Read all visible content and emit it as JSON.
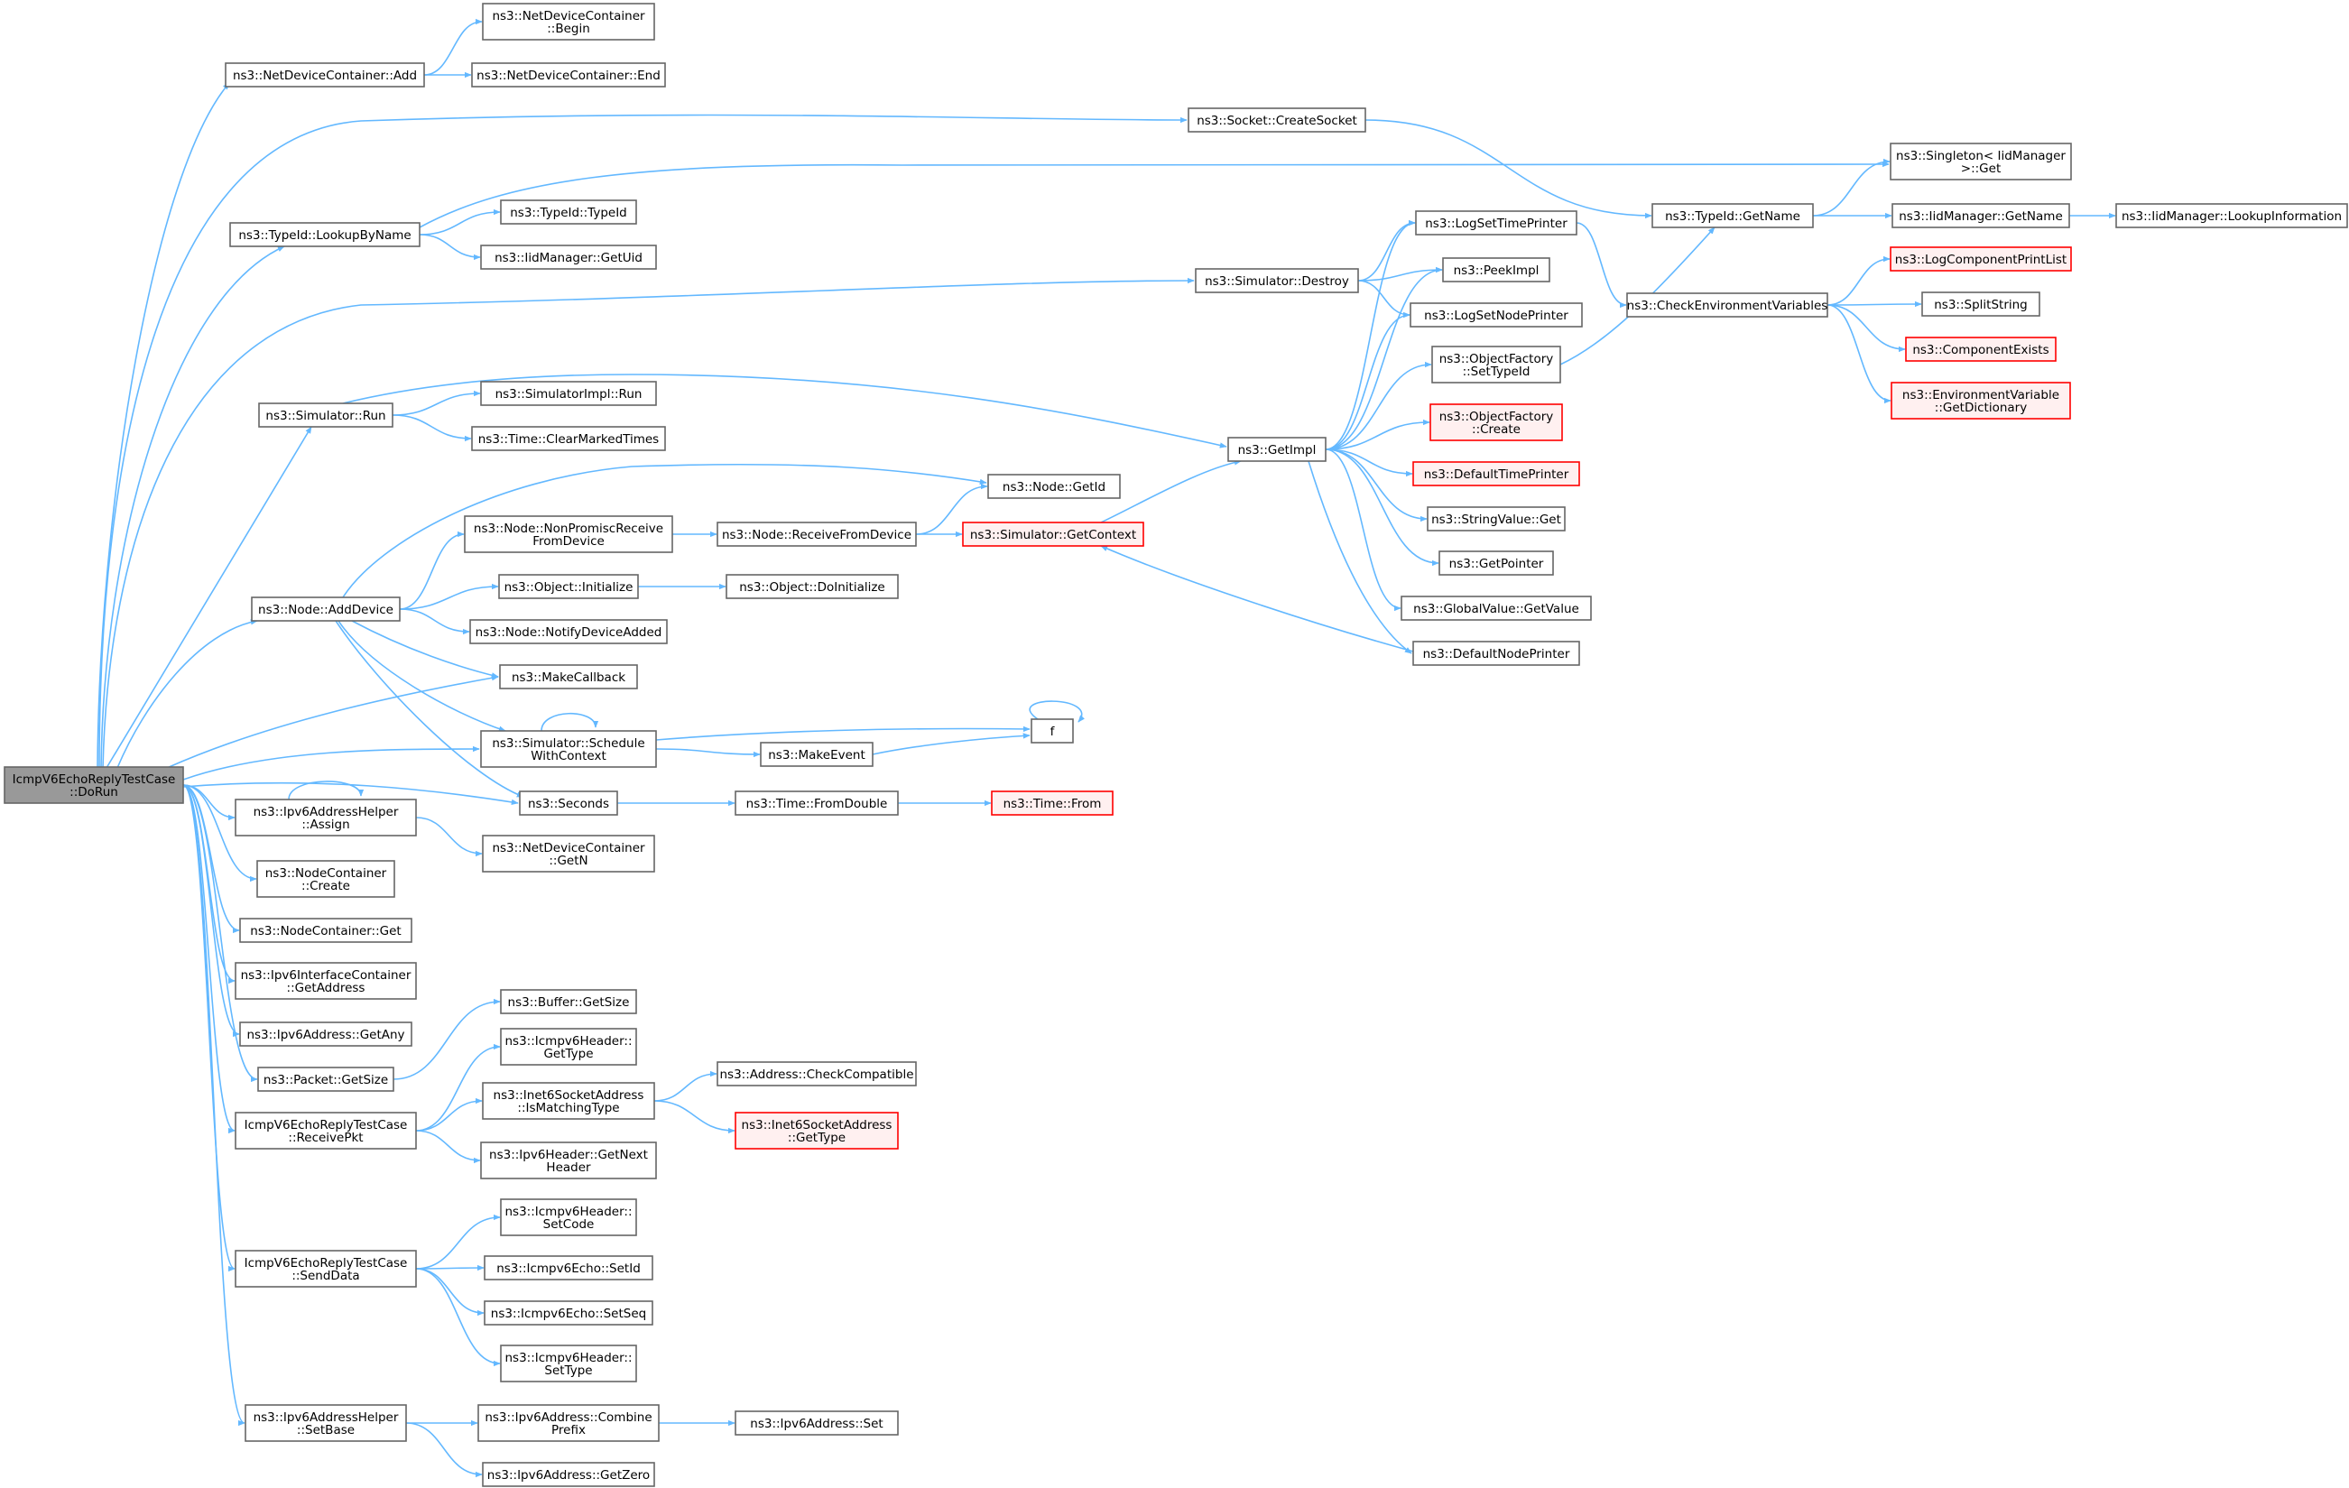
{
  "colors": {
    "edge": "#63b8ff",
    "node_border": "#666666",
    "node_fill": "#ffffff",
    "root_fill": "#999999",
    "truncated_border": "#ff0000",
    "truncated_fill": "#fff0f0"
  },
  "nodes": [
    {
      "id": "n0",
      "lines": [
        "IcmpV6EchoReplyTestCase",
        "::DoRun"
      ],
      "style": "root"
    },
    {
      "id": "n1",
      "lines": [
        "ns3::NetDeviceContainer::Add"
      ]
    },
    {
      "id": "n2",
      "lines": [
        "ns3::NetDeviceContainer",
        "::Begin"
      ]
    },
    {
      "id": "n3",
      "lines": [
        "ns3::NetDeviceContainer::End"
      ]
    },
    {
      "id": "n4",
      "lines": [
        "ns3::Socket::CreateSocket"
      ]
    },
    {
      "id": "n5",
      "lines": [
        "ns3::TypeId::LookupByName"
      ]
    },
    {
      "id": "n6",
      "lines": [
        "ns3::Singleton< IidManager",
        ">::Get"
      ]
    },
    {
      "id": "n7",
      "lines": [
        "ns3::TypeId::TypeId"
      ]
    },
    {
      "id": "n8",
      "lines": [
        "ns3::IidManager::GetUid"
      ]
    },
    {
      "id": "n9",
      "lines": [
        "ns3::TypeId::GetName"
      ]
    },
    {
      "id": "n10",
      "lines": [
        "ns3::IidManager::GetName"
      ]
    },
    {
      "id": "n11",
      "lines": [
        "ns3::IidManager::LookupInformation"
      ]
    },
    {
      "id": "n12",
      "lines": [
        "ns3::Simulator::Destroy"
      ]
    },
    {
      "id": "n13",
      "lines": [
        "ns3::LogSetTimePrinter"
      ]
    },
    {
      "id": "n14",
      "lines": [
        "ns3::PeekImpl"
      ]
    },
    {
      "id": "n15",
      "lines": [
        "ns3::LogSetNodePrinter"
      ]
    },
    {
      "id": "n16",
      "lines": [
        "ns3::CheckEnvironmentVariables"
      ]
    },
    {
      "id": "n17",
      "lines": [
        "ns3::LogComponentPrintList"
      ],
      "style": "truncated"
    },
    {
      "id": "n18",
      "lines": [
        "ns3::SplitString"
      ]
    },
    {
      "id": "n19",
      "lines": [
        "ns3::ComponentExists"
      ],
      "style": "truncated"
    },
    {
      "id": "n20",
      "lines": [
        "ns3::EnvironmentVariable",
        "::GetDictionary"
      ],
      "style": "truncated"
    },
    {
      "id": "n21",
      "lines": [
        "ns3::ObjectFactory",
        "::SetTypeId"
      ]
    },
    {
      "id": "n22",
      "lines": [
        "ns3::ObjectFactory",
        "::Create"
      ],
      "style": "truncated"
    },
    {
      "id": "n23",
      "lines": [
        "ns3::DefaultTimePrinter"
      ],
      "style": "truncated"
    },
    {
      "id": "n24",
      "lines": [
        "ns3::StringValue::Get"
      ]
    },
    {
      "id": "n25",
      "lines": [
        "ns3::GetPointer"
      ]
    },
    {
      "id": "n26",
      "lines": [
        "ns3::GlobalValue::GetValue"
      ]
    },
    {
      "id": "n27",
      "lines": [
        "ns3::DefaultNodePrinter"
      ]
    },
    {
      "id": "n28",
      "lines": [
        "ns3::Simulator::Run"
      ]
    },
    {
      "id": "n29",
      "lines": [
        "ns3::SimulatorImpl::Run"
      ]
    },
    {
      "id": "n30",
      "lines": [
        "ns3::Time::ClearMarkedTimes"
      ]
    },
    {
      "id": "n31",
      "lines": [
        "ns3::GetImpl"
      ]
    },
    {
      "id": "n32",
      "lines": [
        "ns3::Node::GetId"
      ]
    },
    {
      "id": "n33",
      "lines": [
        "ns3::Node::NonPromiscReceive",
        "FromDevice"
      ]
    },
    {
      "id": "n34",
      "lines": [
        "ns3::Node::ReceiveFromDevice"
      ]
    },
    {
      "id": "n35",
      "lines": [
        "ns3::Simulator::GetContext"
      ],
      "style": "truncated"
    },
    {
      "id": "n36",
      "lines": [
        "ns3::Node::AddDevice"
      ]
    },
    {
      "id": "n37",
      "lines": [
        "ns3::Object::Initialize"
      ]
    },
    {
      "id": "n38",
      "lines": [
        "ns3::Object::DoInitialize"
      ]
    },
    {
      "id": "n39",
      "lines": [
        "ns3::Node::NotifyDeviceAdded"
      ]
    },
    {
      "id": "n40",
      "lines": [
        "ns3::MakeCallback"
      ]
    },
    {
      "id": "n41",
      "lines": [
        "ns3::Simulator::Schedule",
        "WithContext"
      ]
    },
    {
      "id": "n42",
      "lines": [
        "f"
      ]
    },
    {
      "id": "n43",
      "lines": [
        "ns3::MakeEvent"
      ]
    },
    {
      "id": "n44",
      "lines": [
        "ns3::Seconds"
      ]
    },
    {
      "id": "n45",
      "lines": [
        "ns3::Time::FromDouble"
      ]
    },
    {
      "id": "n46",
      "lines": [
        "ns3::Time::From"
      ],
      "style": "truncated"
    },
    {
      "id": "n47",
      "lines": [
        "ns3::Ipv6AddressHelper",
        "::Assign"
      ]
    },
    {
      "id": "n48",
      "lines": [
        "ns3::NetDeviceContainer",
        "::GetN"
      ]
    },
    {
      "id": "n49",
      "lines": [
        "ns3::NodeContainer",
        "::Create"
      ]
    },
    {
      "id": "n50",
      "lines": [
        "ns3::NodeContainer::Get"
      ]
    },
    {
      "id": "n51",
      "lines": [
        "ns3::Ipv6InterfaceContainer",
        "::GetAddress"
      ]
    },
    {
      "id": "n52",
      "lines": [
        "ns3::Ipv6Address::GetAny"
      ]
    },
    {
      "id": "n53",
      "lines": [
        "ns3::Packet::GetSize"
      ]
    },
    {
      "id": "n54",
      "lines": [
        "ns3::Buffer::GetSize"
      ]
    },
    {
      "id": "n55",
      "lines": [
        "IcmpV6EchoReplyTestCase",
        "::ReceivePkt"
      ]
    },
    {
      "id": "n56",
      "lines": [
        "ns3::Icmpv6Header::",
        "GetType"
      ]
    },
    {
      "id": "n57",
      "lines": [
        "ns3::Inet6SocketAddress",
        "::IsMatchingType"
      ]
    },
    {
      "id": "n58",
      "lines": [
        "ns3::Address::CheckCompatible"
      ]
    },
    {
      "id": "n59",
      "lines": [
        "ns3::Inet6SocketAddress",
        "::GetType"
      ],
      "style": "truncated"
    },
    {
      "id": "n60",
      "lines": [
        "ns3::Ipv6Header::GetNext",
        "Header"
      ]
    },
    {
      "id": "n61",
      "lines": [
        "IcmpV6EchoReplyTestCase",
        "::SendData"
      ]
    },
    {
      "id": "n62",
      "lines": [
        "ns3::Icmpv6Header::",
        "SetCode"
      ]
    },
    {
      "id": "n63",
      "lines": [
        "ns3::Icmpv6Echo::SetId"
      ]
    },
    {
      "id": "n64",
      "lines": [
        "ns3::Icmpv6Echo::SetSeq"
      ]
    },
    {
      "id": "n65",
      "lines": [
        "ns3::Icmpv6Header::",
        "SetType"
      ]
    },
    {
      "id": "n66",
      "lines": [
        "ns3::Ipv6AddressHelper",
        "::SetBase"
      ]
    },
    {
      "id": "n67",
      "lines": [
        "ns3::Ipv6Address::Combine",
        "Prefix"
      ]
    },
    {
      "id": "n68",
      "lines": [
        "ns3::Ipv6Address::Set"
      ]
    },
    {
      "id": "n69",
      "lines": [
        "ns3::Ipv6Address::GetZero"
      ]
    }
  ],
  "edges": [
    [
      "n0",
      "n1"
    ],
    [
      "n1",
      "n2"
    ],
    [
      "n1",
      "n3"
    ],
    [
      "n0",
      "n4"
    ],
    [
      "n4",
      "n9"
    ],
    [
      "n0",
      "n5"
    ],
    [
      "n5",
      "n6"
    ],
    [
      "n5",
      "n7"
    ],
    [
      "n5",
      "n8"
    ],
    [
      "n9",
      "n6"
    ],
    [
      "n9",
      "n10"
    ],
    [
      "n10",
      "n11"
    ],
    [
      "n0",
      "n12"
    ],
    [
      "n12",
      "n13"
    ],
    [
      "n12",
      "n14"
    ],
    [
      "n12",
      "n15"
    ],
    [
      "n13",
      "n16"
    ],
    [
      "n16",
      "n17"
    ],
    [
      "n16",
      "n18"
    ],
    [
      "n16",
      "n19"
    ],
    [
      "n16",
      "n20"
    ],
    [
      "n21",
      "n9"
    ],
    [
      "n0",
      "n28"
    ],
    [
      "n28",
      "n29"
    ],
    [
      "n28",
      "n30"
    ],
    [
      "n28",
      "n31"
    ],
    [
      "n31",
      "n13"
    ],
    [
      "n31",
      "n14"
    ],
    [
      "n31",
      "n15"
    ],
    [
      "n31",
      "n21"
    ],
    [
      "n31",
      "n22"
    ],
    [
      "n31",
      "n23"
    ],
    [
      "n31",
      "n24"
    ],
    [
      "n31",
      "n25"
    ],
    [
      "n31",
      "n26"
    ],
    [
      "n31",
      "n27"
    ],
    [
      "n27",
      "n35"
    ],
    [
      "n35",
      "n31"
    ],
    [
      "n0",
      "n36"
    ],
    [
      "n36",
      "n32"
    ],
    [
      "n36",
      "n33"
    ],
    [
      "n36",
      "n37"
    ],
    [
      "n36",
      "n39"
    ],
    [
      "n36",
      "n40"
    ],
    [
      "n36",
      "n41"
    ],
    [
      "n36",
      "n44"
    ],
    [
      "n33",
      "n34"
    ],
    [
      "n34",
      "n32"
    ],
    [
      "n34",
      "n35"
    ],
    [
      "n37",
      "n38"
    ],
    [
      "n0",
      "n40"
    ],
    [
      "n0",
      "n41"
    ],
    [
      "n41",
      "n41"
    ],
    [
      "n41",
      "n42"
    ],
    [
      "n41",
      "n43"
    ],
    [
      "n43",
      "n42"
    ],
    [
      "n42",
      "n42"
    ],
    [
      "n0",
      "n44"
    ],
    [
      "n44",
      "n45"
    ],
    [
      "n45",
      "n46"
    ],
    [
      "n0",
      "n47"
    ],
    [
      "n47",
      "n47"
    ],
    [
      "n47",
      "n48"
    ],
    [
      "n0",
      "n49"
    ],
    [
      "n0",
      "n50"
    ],
    [
      "n0",
      "n51"
    ],
    [
      "n0",
      "n52"
    ],
    [
      "n0",
      "n53"
    ],
    [
      "n53",
      "n54"
    ],
    [
      "n0",
      "n55"
    ],
    [
      "n55",
      "n56"
    ],
    [
      "n55",
      "n57"
    ],
    [
      "n55",
      "n60"
    ],
    [
      "n57",
      "n58"
    ],
    [
      "n57",
      "n59"
    ],
    [
      "n0",
      "n61"
    ],
    [
      "n61",
      "n62"
    ],
    [
      "n61",
      "n63"
    ],
    [
      "n61",
      "n64"
    ],
    [
      "n61",
      "n65"
    ],
    [
      "n0",
      "n66"
    ],
    [
      "n66",
      "n67"
    ],
    [
      "n66",
      "n69"
    ],
    [
      "n67",
      "n68"
    ]
  ]
}
